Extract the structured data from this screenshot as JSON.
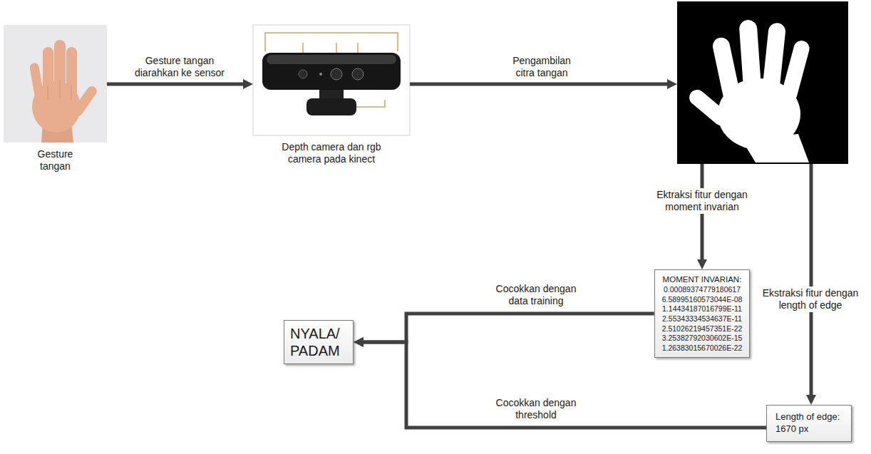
{
  "diagram": {
    "nodes": [
      {
        "text": [
          "Gesture tangan"
        ]
      },
      {
        "text": [
          "Depth camera dan rgb camera pada kinect"
        ]
      },
      {},
      {
        "text": [
          "MOMENT INVARIAN:",
          "0.00089374779180617",
          "6.58995160573044E-08",
          "1.14434187016799E-11",
          "2.55343334534637E-11",
          "2.51026219457351E-22",
          "3.25382792030602E-15",
          "1.26383015670026E-22"
        ]
      },
      {
        "text": [
          "Length of edge:",
          "1670 px"
        ]
      },
      {
        "text": [
          "NYALA/ PADAM"
        ]
      }
    ],
    "edges": [
      {
        "from": 0,
        "to": 1,
        "label": "Gesture tangan diarahkan ke sensor",
        "arrow": "to"
      },
      {
        "from": 1,
        "to": 2,
        "label": "Pengambilan citra tangan",
        "arrow": "to"
      },
      {
        "from": 2,
        "to": 3,
        "label": "Ektraksi fitur dengan moment invarian",
        "arrow": "to"
      },
      {
        "from": 2,
        "to": 4,
        "label": "Ekstraksi fitur dengan length of edge",
        "arrow": "to"
      },
      {
        "from": 3,
        "to": 5,
        "label": "Cocokkan dengan data training",
        "arrow": "to"
      },
      {
        "from": 4,
        "to": 5,
        "label": "Cocokkan dengan threshold",
        "arrow": "to"
      }
    ]
  }
}
